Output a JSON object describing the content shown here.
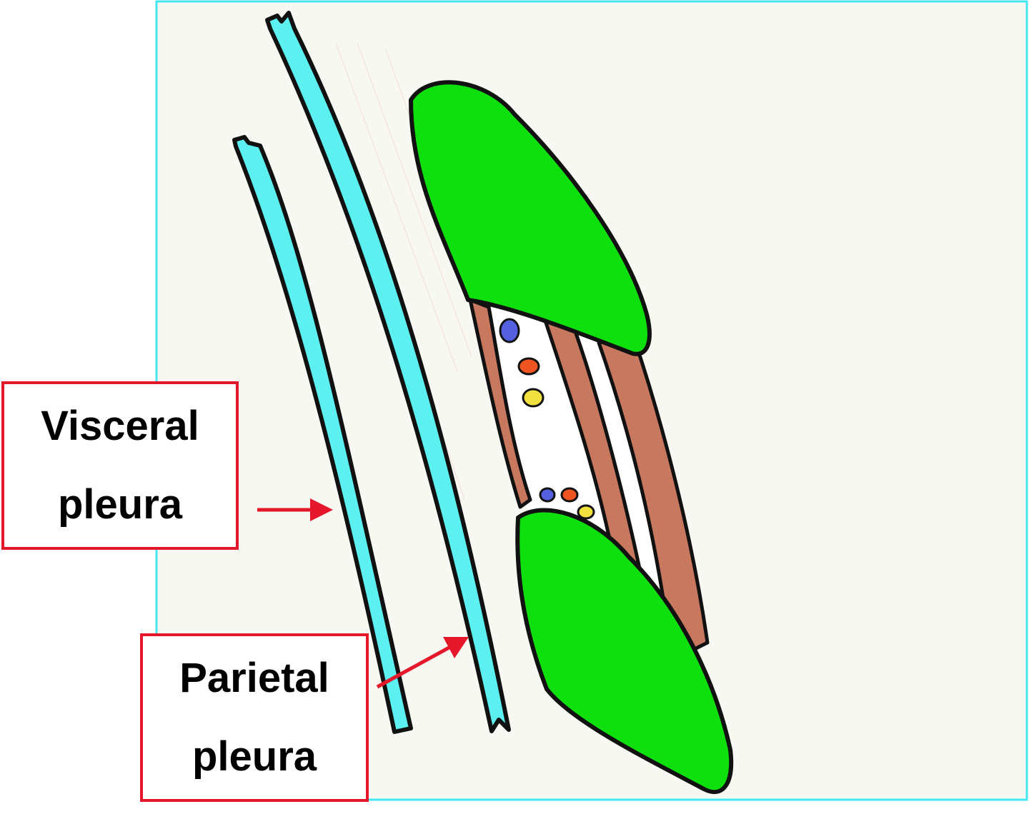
{
  "labels": {
    "visceral": {
      "line1": "Visceral",
      "line2": "pleura"
    },
    "parietal": {
      "line1": "Parietal",
      "line2": "pleura"
    }
  },
  "colors": {
    "frame": "#44e6f0",
    "background": "#f8f8f2",
    "pleura": "#5cf0f0",
    "lung": "#0ee00e",
    "muscle": "#c97860",
    "label_border": "#e4172b",
    "arrow": "#e4172b",
    "vein": "#5560e0",
    "artery": "#ee5522",
    "nerve": "#f0e040"
  }
}
